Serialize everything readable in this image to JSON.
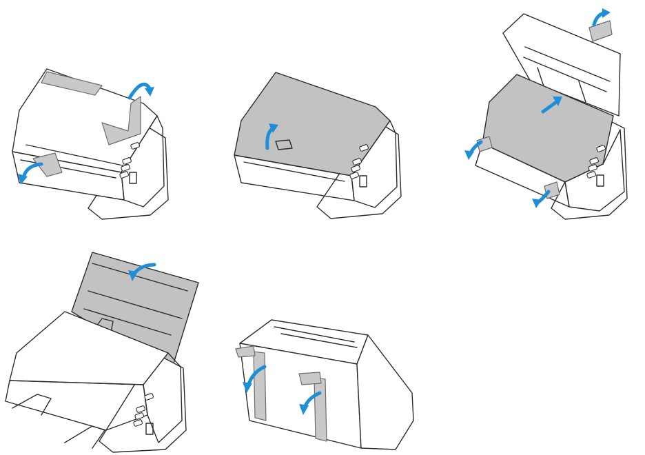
{
  "document": {
    "steps": [
      {
        "id": "step-1",
        "description": "remove-tape-from-top-and-front",
        "arrows": 2
      },
      {
        "id": "step-2",
        "description": "lift-feeder-cover",
        "arrows": 1
      },
      {
        "id": "step-3",
        "description": "remove-tape-from-cover-and-sides",
        "arrows": 4
      },
      {
        "id": "step-4",
        "description": "fold-down-input-tray",
        "arrows": 1
      },
      {
        "id": "step-5",
        "description": "remove-tape-from-back",
        "arrows": 2
      }
    ]
  },
  "colors": {
    "arrow": "#1e8fd6",
    "tape": "#c9c9c9",
    "outline": "#2b2b2b",
    "cover": "#c2c2c2"
  }
}
